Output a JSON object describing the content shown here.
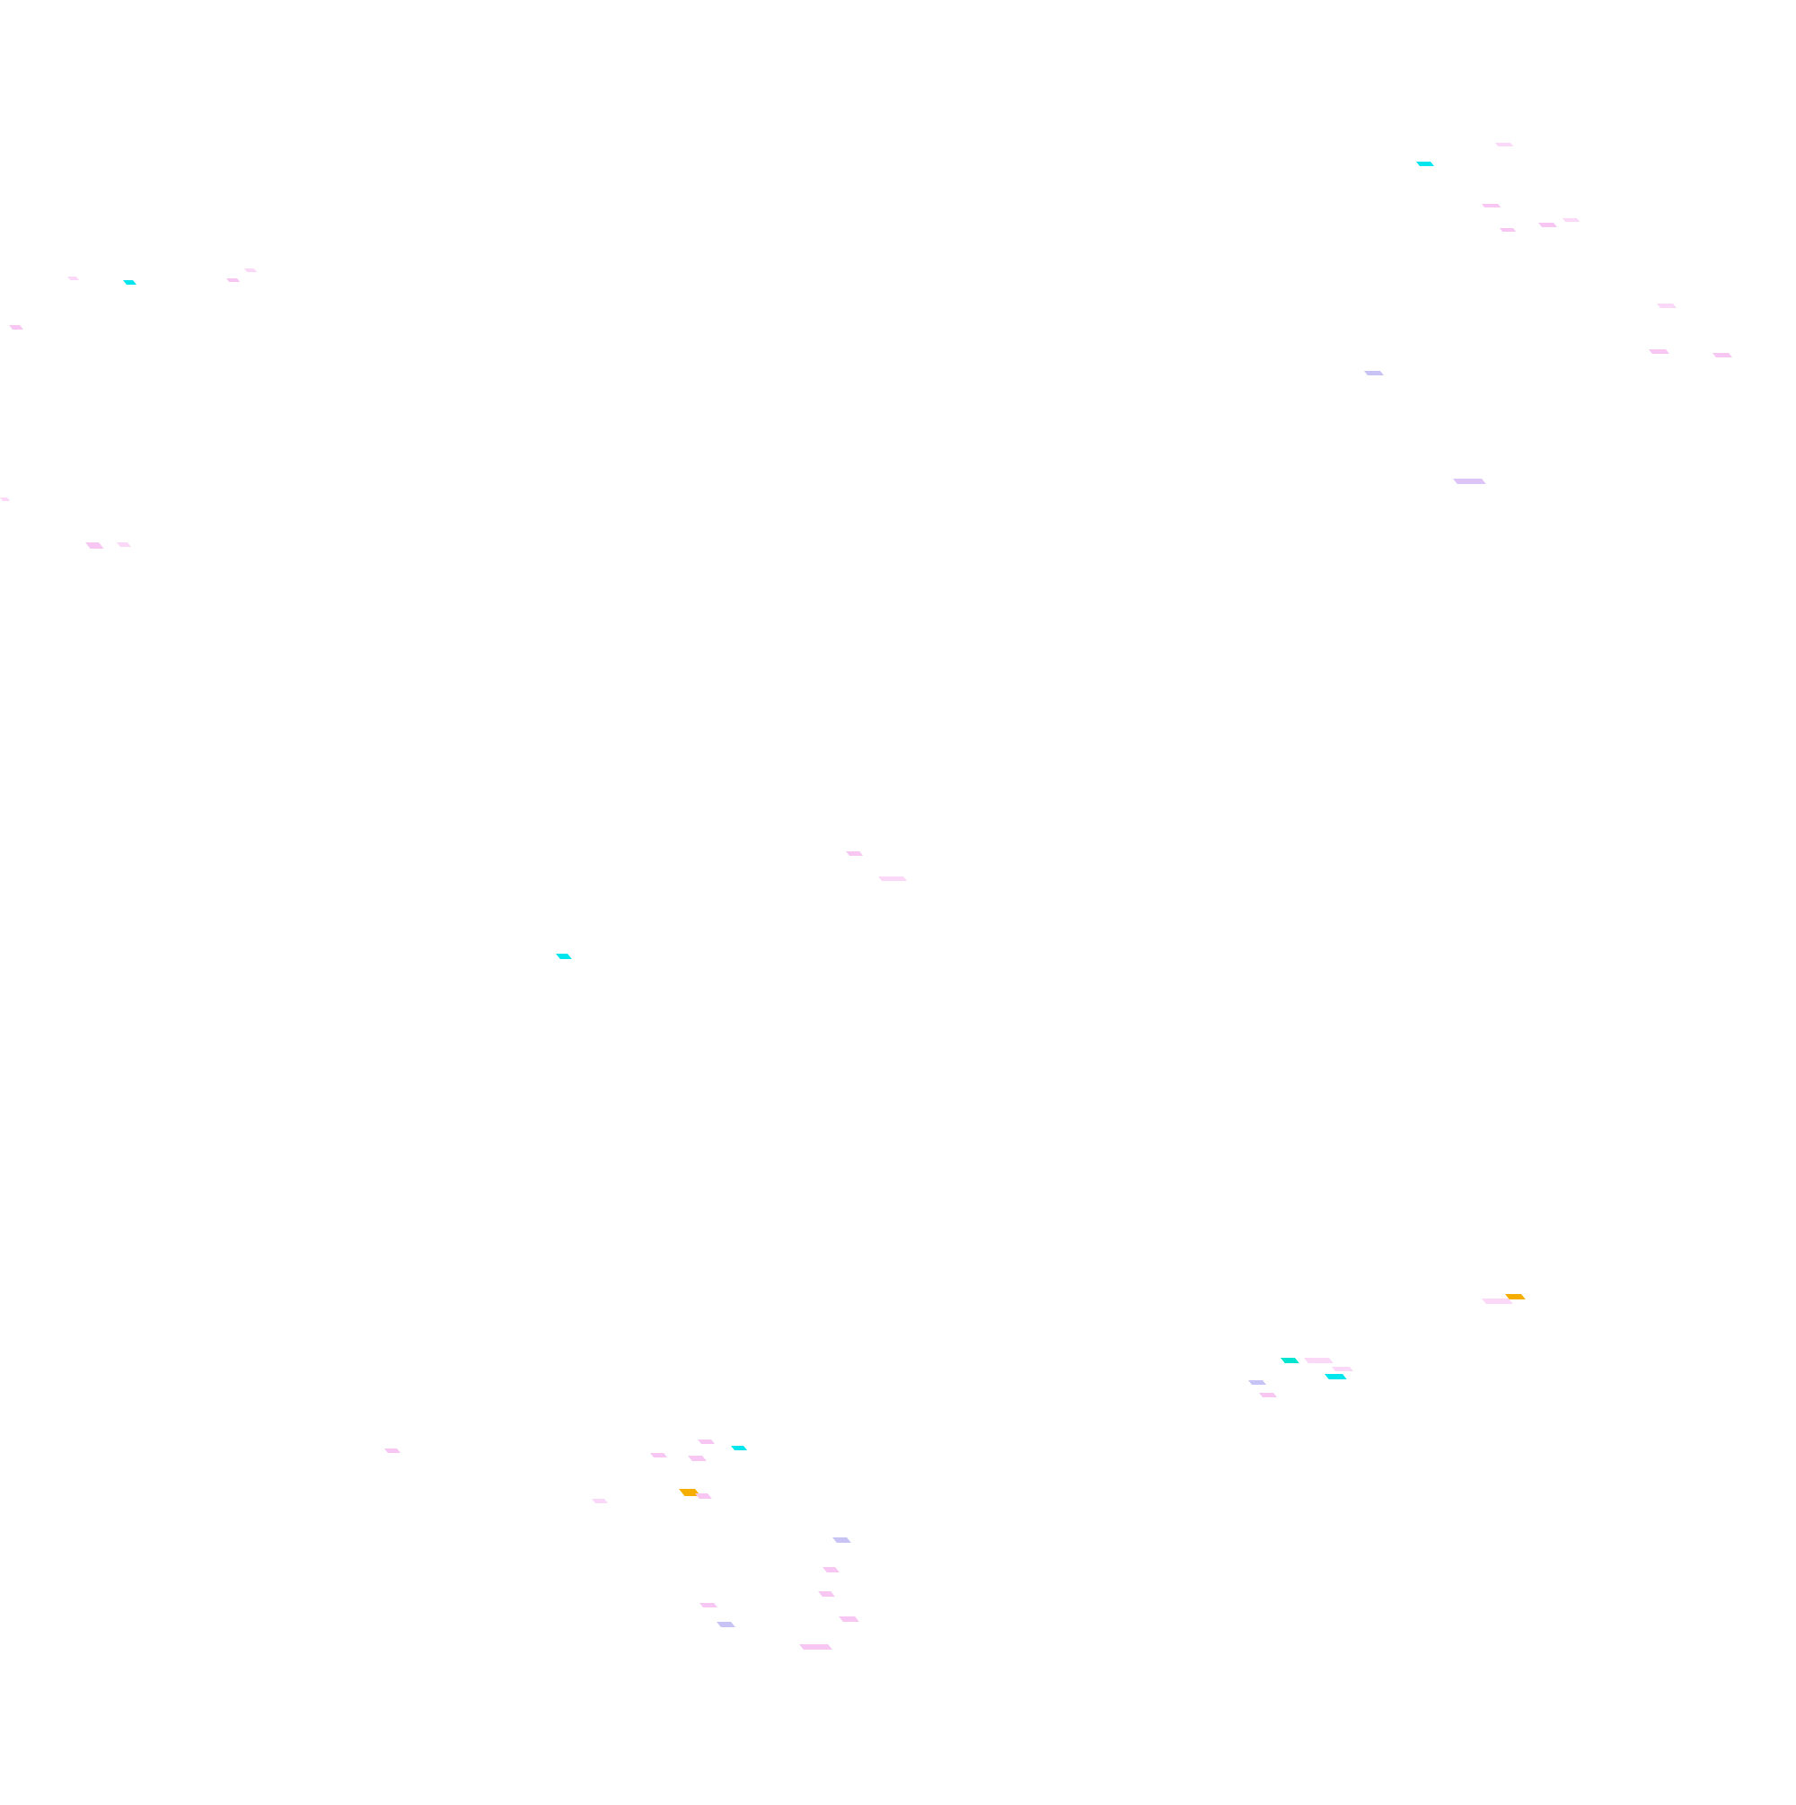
{
  "canvas": {
    "background": "#ffffff"
  },
  "palette": {
    "pink": "#f7c6f3",
    "pale_pink": "#fbd8f7",
    "lavender": "#ddc4f7",
    "periwinkle": "#c7c4f5",
    "cyan": "#00e6ec",
    "teal": "#00e4cf",
    "orange": "#f5ae00"
  },
  "flecks": [
    {
      "color": "cyan"
    },
    {
      "color": "pale_pink"
    },
    {
      "color": "pink"
    },
    {
      "color": "pink"
    },
    {
      "color": "pink"
    },
    {
      "color": "pale_pink"
    },
    {
      "color": "pale_pink"
    },
    {
      "color": "pink"
    },
    {
      "color": "pink"
    },
    {
      "color": "periwinkle"
    },
    {
      "color": "lavender"
    },
    {
      "color": "pale_pink"
    },
    {
      "color": "cyan"
    },
    {
      "color": "pink"
    },
    {
      "color": "pale_pink"
    },
    {
      "color": "pink"
    },
    {
      "color": "pale_pink"
    },
    {
      "color": "pink"
    },
    {
      "color": "pale_pink"
    },
    {
      "color": "pink"
    },
    {
      "color": "pale_pink"
    },
    {
      "color": "cyan"
    },
    {
      "color": "orange"
    },
    {
      "color": "pale_pink"
    },
    {
      "color": "teal"
    },
    {
      "color": "pale_pink"
    },
    {
      "color": "pale_pink"
    },
    {
      "color": "cyan"
    },
    {
      "color": "periwinkle"
    },
    {
      "color": "pink"
    },
    {
      "color": "pink"
    },
    {
      "color": "pink"
    },
    {
      "color": "pink"
    },
    {
      "color": "cyan"
    },
    {
      "color": "pink"
    },
    {
      "color": "pale_pink"
    },
    {
      "color": "orange"
    },
    {
      "color": "pink"
    },
    {
      "color": "periwinkle"
    },
    {
      "color": "pink"
    },
    {
      "color": "pink"
    },
    {
      "color": "pink"
    },
    {
      "color": "periwinkle"
    },
    {
      "color": "pink"
    },
    {
      "color": "pink"
    }
  ]
}
